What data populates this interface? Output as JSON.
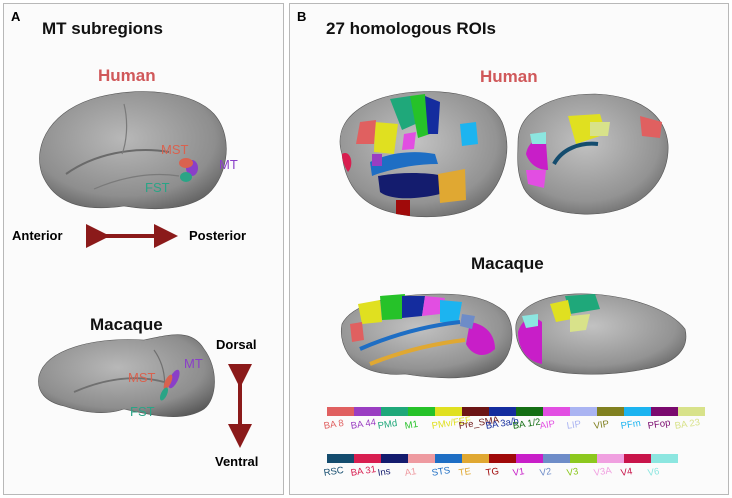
{
  "panel_a": {
    "label": "A",
    "title": "MT subregions",
    "human": "Human",
    "macaque": "Macaque",
    "mst": "MST",
    "mt": "MT",
    "fst": "FST",
    "anterior": "Anterior",
    "posterior": "Posterior",
    "dorsal": "Dorsal",
    "ventral": "Ventral",
    "colors": {
      "mst": "#d9624f",
      "mt": "#8a3fc8",
      "fst": "#2aa486",
      "species": "#d0585a",
      "arrow": "#8b1a1a"
    }
  },
  "panel_b": {
    "label": "B",
    "title": "27 homologous ROIs",
    "human": "Human",
    "macaque": "Macaque",
    "legend_row1": [
      {
        "label": "BA 8",
        "color": "#e06060"
      },
      {
        "label": "BA 44",
        "color": "#9a3ec2"
      },
      {
        "label": "PMd",
        "color": "#1fa87a"
      },
      {
        "label": "M1",
        "color": "#26c229"
      },
      {
        "label": "PMv/FEF",
        "color": "#e0e020"
      },
      {
        "label": "Pre_SMA",
        "color": "#6b1515"
      },
      {
        "label": "BA 3a/b",
        "color": "#142c9e"
      },
      {
        "label": "BA 1/2",
        "color": "#146e14"
      },
      {
        "label": "AIP",
        "color": "#e24ee2"
      },
      {
        "label": "LIP",
        "color": "#aab4f2"
      },
      {
        "label": "VIP",
        "color": "#808020"
      },
      {
        "label": "PFm",
        "color": "#1cb4f0"
      },
      {
        "label": "PFop",
        "color": "#7a0a6e"
      },
      {
        "label": "BA 23",
        "color": "#d8e28a"
      }
    ],
    "legend_row2": [
      {
        "label": "RSC",
        "color": "#144c6e"
      },
      {
        "label": "BA 31",
        "color": "#d81e50"
      },
      {
        "label": "Ins",
        "color": "#141c6e"
      },
      {
        "label": "A1",
        "color": "#ee9aa0"
      },
      {
        "label": "STS",
        "color": "#1e6ec4"
      },
      {
        "label": "TE",
        "color": "#e0a832"
      },
      {
        "label": "TG",
        "color": "#a00a0a"
      },
      {
        "label": "V1",
        "color": "#c81ec8"
      },
      {
        "label": "V2",
        "color": "#6e8cc8"
      },
      {
        "label": "V3",
        "color": "#8cc81e"
      },
      {
        "label": "V3A",
        "color": "#f0a0e0"
      },
      {
        "label": "V4",
        "color": "#c8144a"
      },
      {
        "label": "V6",
        "color": "#8ce6e0"
      }
    ]
  }
}
